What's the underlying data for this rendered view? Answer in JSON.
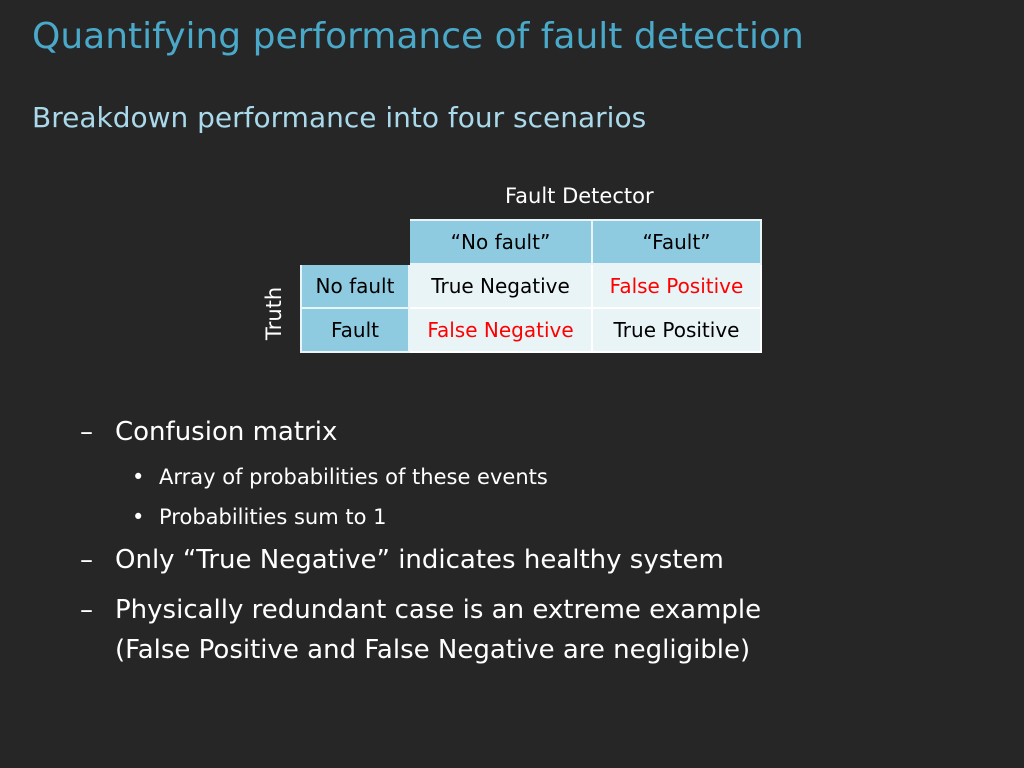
{
  "slide": {
    "title": "Quantifying performance of fault detection",
    "subtitle": "Breakdown performance into four scenarios"
  },
  "matrix": {
    "column_axis_label": "Fault Detector",
    "row_axis_label": "Truth",
    "column_headers": [
      "“No fault”",
      "“Fault”"
    ],
    "rows": [
      {
        "header": "No fault",
        "cells": [
          "True Negative",
          "False Positive"
        ]
      },
      {
        "header": "Fault",
        "cells": [
          "False Negative",
          "True Positive"
        ]
      }
    ],
    "highlight_color": "#ff0000",
    "header_fill": "#8fcbe0",
    "cell_fill": "#e9f4f7"
  },
  "bullets": {
    "dash_marker": "–",
    "dot_marker": "•",
    "item1": "Confusion matrix",
    "item1_sub": [
      "Array of probabilities of these events",
      "Probabilities sum to 1"
    ],
    "item2": "Only “True Negative” indicates healthy system",
    "item3_line1": "Physically redundant case is an extreme example",
    "item3_line2": "(False Positive and False Negative are negligible)"
  }
}
